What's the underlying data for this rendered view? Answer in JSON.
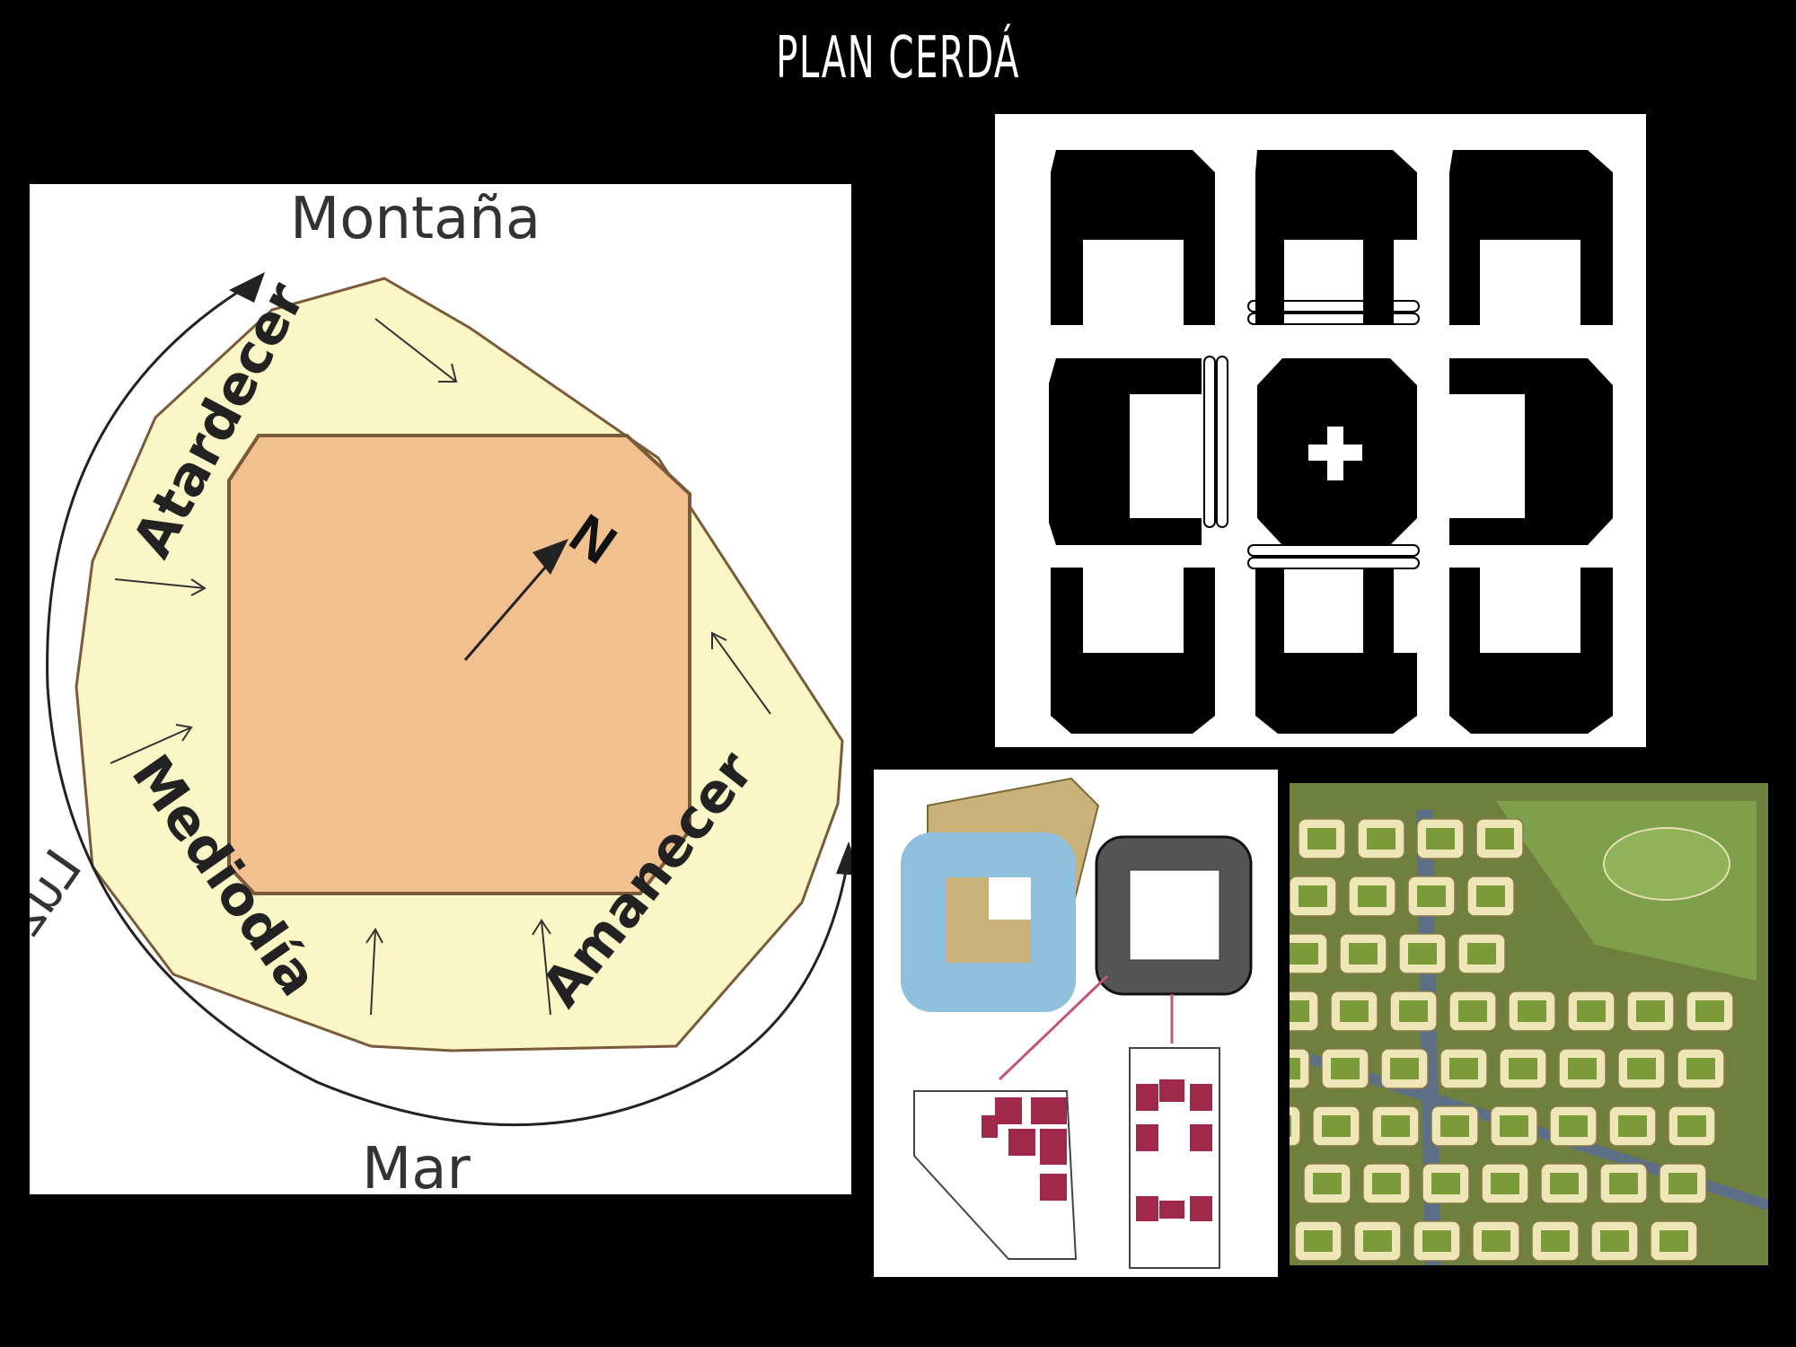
{
  "slide": {
    "title": "PLAN CERDÁ"
  },
  "solar_diagram": {
    "label_top": "Montaña",
    "label_bottom": "Mar",
    "label_afternoon": "Atardecer",
    "label_midday": "Mediodía",
    "label_sunrise": "Amanecer",
    "label_sunlight": "Luz solar",
    "north_marker": "N",
    "colors": {
      "inner_block": "#f2bf8e",
      "outer_band": "#fbf6c6",
      "outline": "#7a5a3a"
    }
  },
  "grid_plan": {
    "icon": "cross-icon"
  },
  "block_detail": {
    "colors": {
      "courtyard_ring": "#8fc0dd",
      "facade": "#c9b27a",
      "apartments": "#a0284a",
      "leader_lines": "#c2557a"
    }
  },
  "aerial_view": {
    "colors": {
      "roofs": "#efe6b8",
      "gardens": "#7b9b3a",
      "streets": "#5c6f86"
    }
  }
}
